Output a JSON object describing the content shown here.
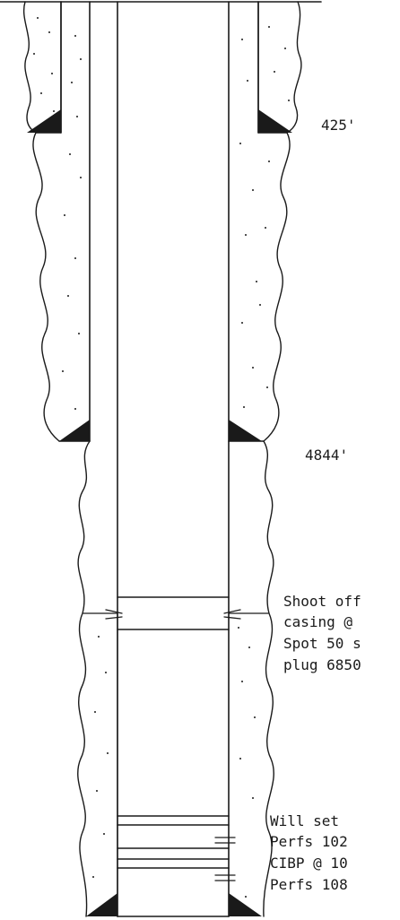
{
  "labels": {
    "depth_surface_casing": "425'",
    "depth_intermediate_casing": "4844'",
    "note_shoot_off": "Shoot off",
    "note_casing_at": "casing @",
    "note_spot": "Spot 50 s",
    "note_plug": "plug 6850",
    "note_will_set": "Will set",
    "note_perfs_upper": "Perfs 102",
    "note_cibp": "CIBP @ 10",
    "note_perfs_lower": "Perfs 108"
  },
  "colors": {
    "ink": "#1a1a1a",
    "background": "#ffffff"
  }
}
